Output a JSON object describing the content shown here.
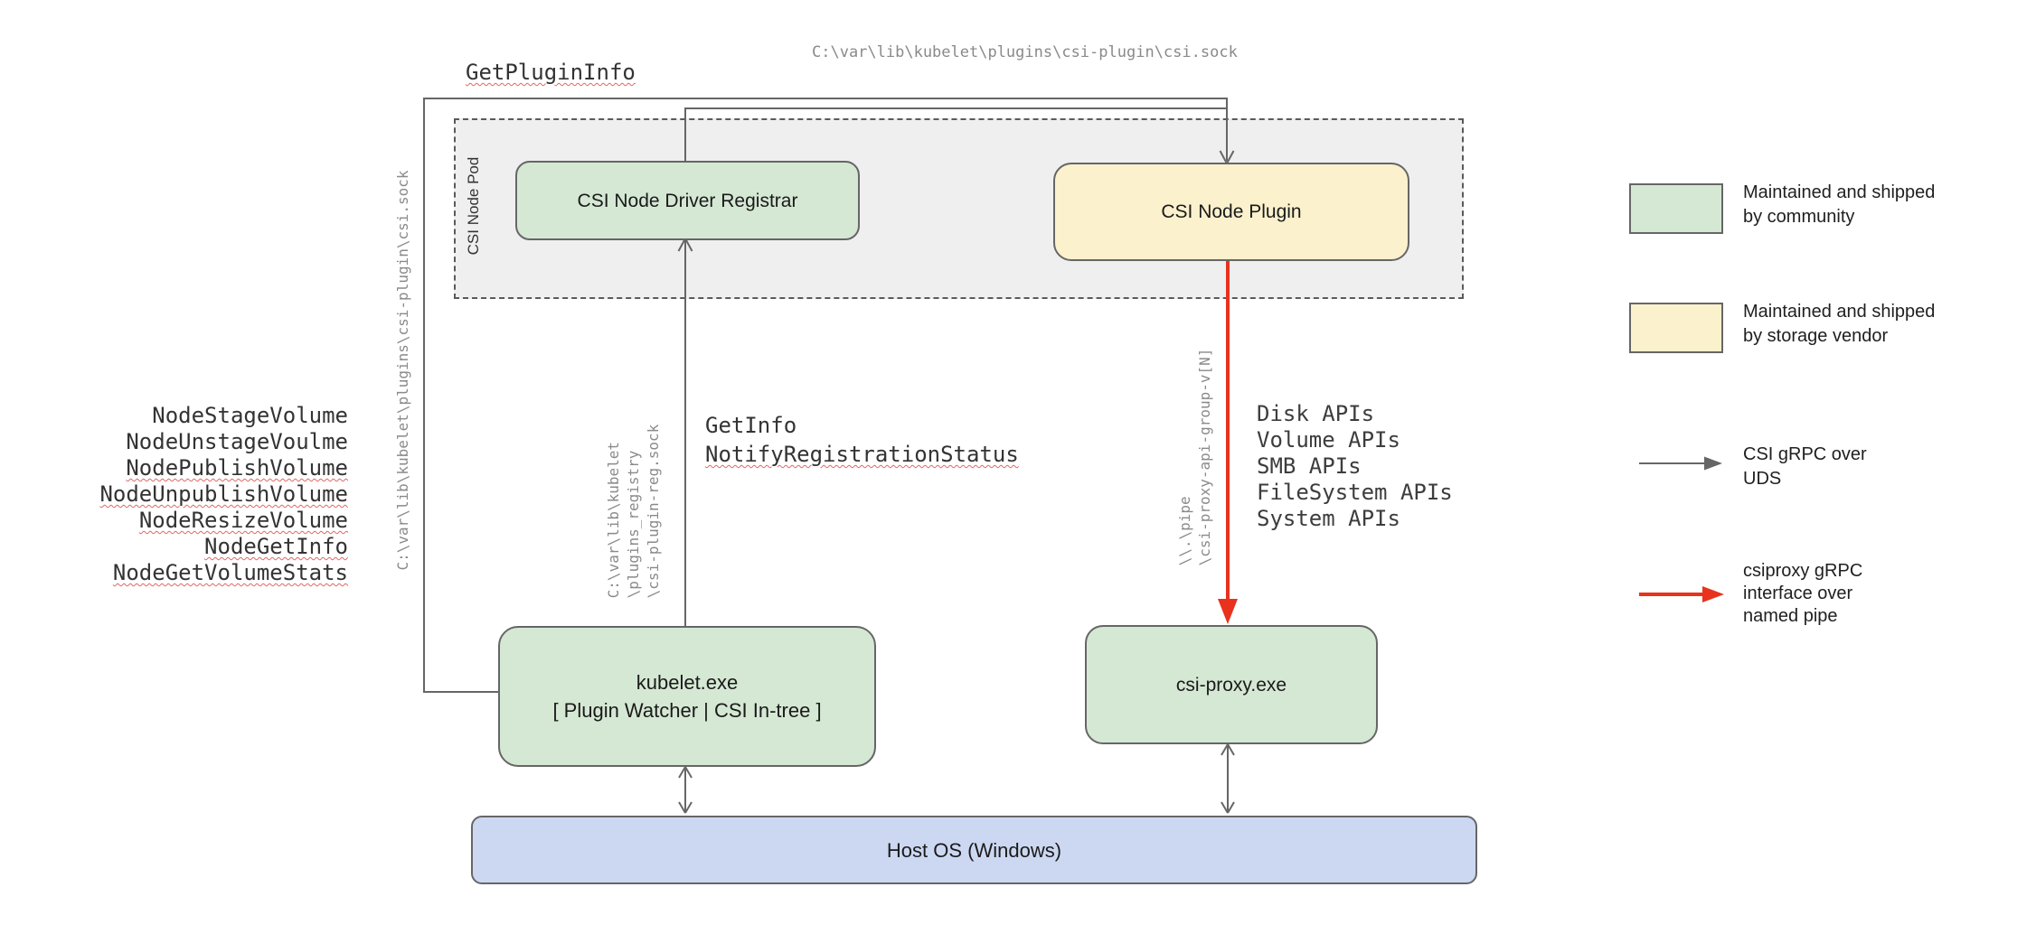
{
  "diagram": {
    "top": {
      "get_plugin_info": "GetPluginInfo",
      "csi_sock_path": "C:\\var\\lib\\kubelet\\plugins\\csi-plugin\\csi.sock"
    },
    "pod": {
      "label": "CSI Node Pod"
    },
    "boxes": {
      "registrar": "CSI Node Driver Registrar",
      "plugin": "CSI Node Plugin",
      "kubelet_line1": "kubelet.exe",
      "kubelet_line2": "[ Plugin Watcher | CSI In-tree ]",
      "csiproxy": "csi-proxy.exe",
      "hostos": "Host OS (Windows)"
    },
    "left": {
      "sock_path_vertical": "C:\\var\\lib\\kubelet\\plugins\\csi-plugin\\csi.sock",
      "node_calls": [
        {
          "label": "NodeStageVolume",
          "misspelled": false
        },
        {
          "label": "NodeUnstageVoulme",
          "misspelled": false
        },
        {
          "label": "NodePublishVolume",
          "misspelled": true
        },
        {
          "label": "NodeUnpublishVolume",
          "misspelled": true
        },
        {
          "label": "NodeResizeVolume",
          "misspelled": true
        },
        {
          "label": "NodeGetInfo",
          "misspelled": true
        },
        {
          "label": "NodeGetVolumeStats",
          "misspelled": true
        }
      ]
    },
    "registration": {
      "socket_path_vertical": "C:\\var\\lib\\kubelet\n\\plugins_registry\n\\csi-plugin-reg.sock",
      "get_info": "GetInfo",
      "notify": "NotifyRegistrationStatus"
    },
    "proxy_channel": {
      "pipe_path_vertical": "\\\\.\\pipe\n\\csi-proxy-api-group-v[N]",
      "apis": [
        "Disk APIs",
        "Volume APIs",
        "SMB APIs",
        "FileSystem APIs",
        "System APIs"
      ]
    }
  },
  "legend": {
    "community": {
      "label": "Maintained and shipped\nby community",
      "color": "#d5e8d4"
    },
    "vendor": {
      "label": "Maintained and shipped\nby storage vendor",
      "color": "#fbf1cd"
    },
    "uds_arrow": {
      "label": "CSI gRPC over\nUDS",
      "color": "#666666"
    },
    "pipe_arrow": {
      "label": "csiproxy gRPC\ninterface over\nnamed pipe",
      "color": "#e8321e"
    }
  },
  "colors": {
    "community_green": "#d5e8d4",
    "vendor_yellow": "#fbf1cd",
    "host_blue": "#ccd8f2",
    "pod_gray": "#efefef",
    "wire_gray": "#666666",
    "pipe_red": "#e8321e",
    "squiggle_red": "#e06666"
  }
}
